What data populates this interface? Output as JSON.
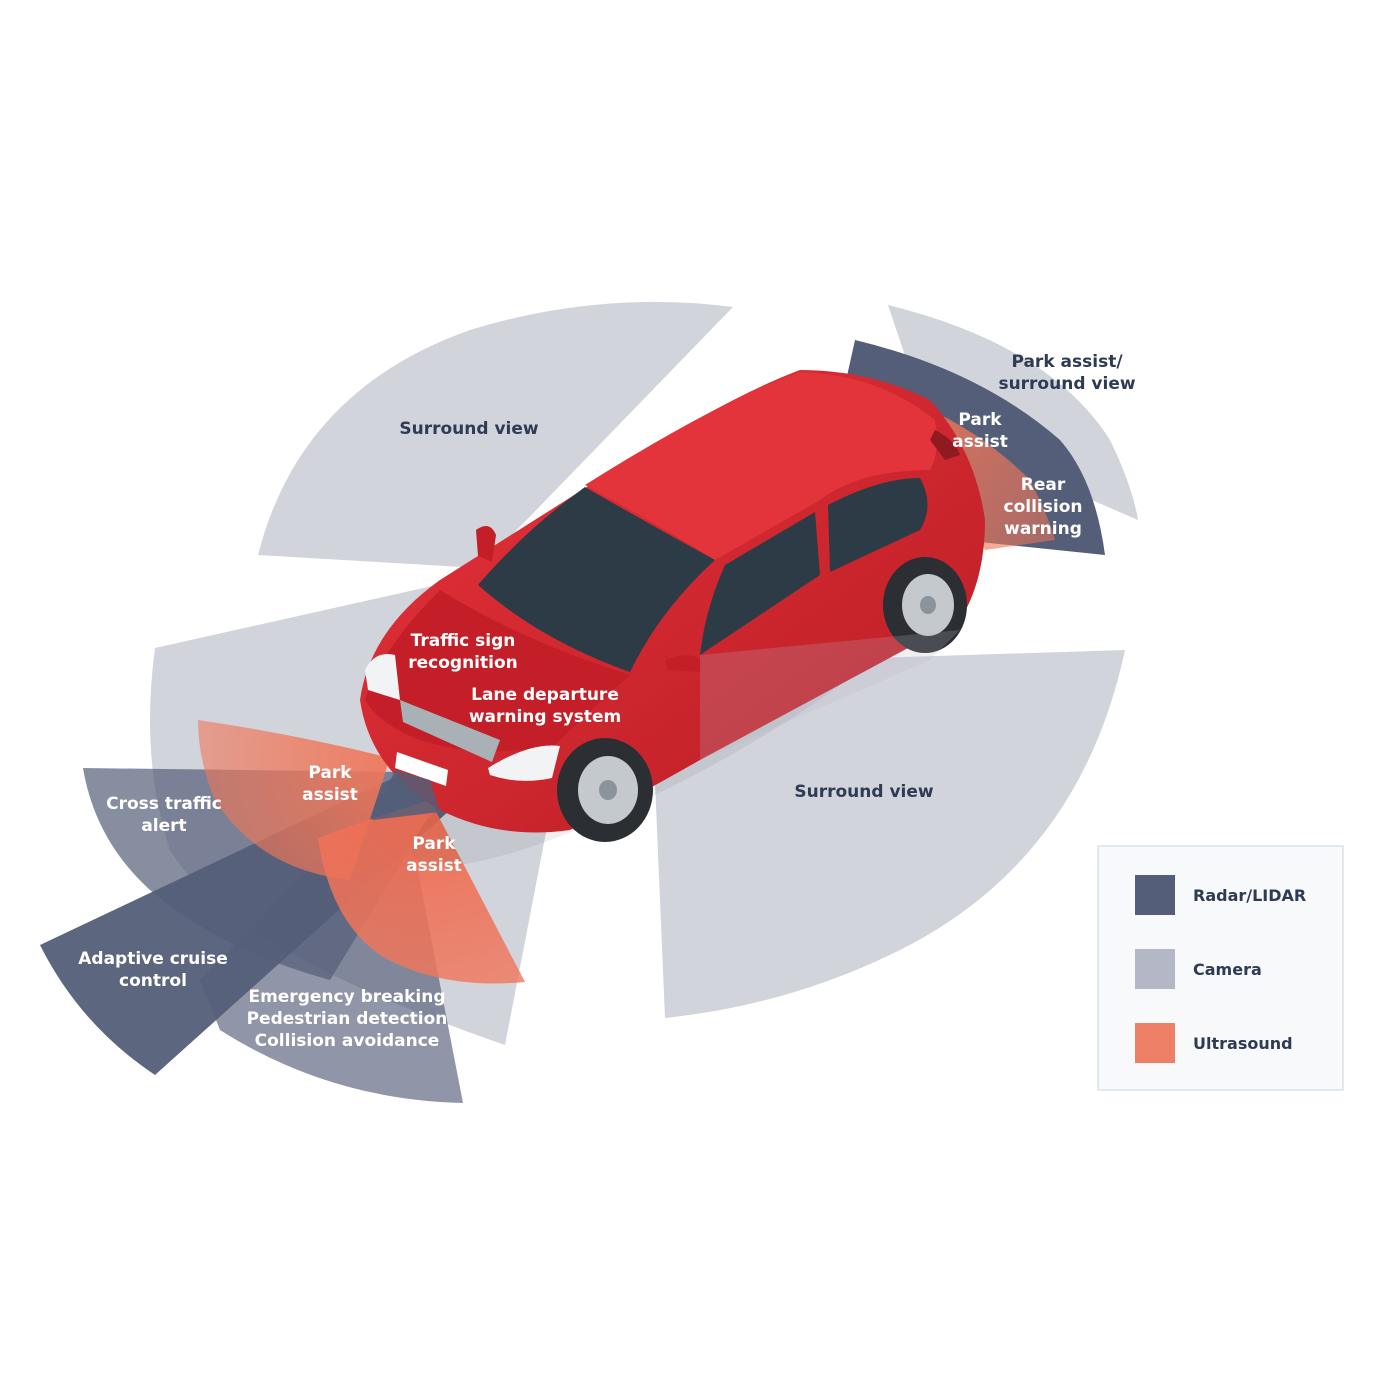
{
  "colors": {
    "radar": "#545e78",
    "camera": "#b4b7c5",
    "ultrasound": "#ef8068",
    "car": "#d8242d"
  },
  "labels": {
    "surround_view_front": "Surround view",
    "surround_view_side": "Surround view",
    "park_assist_surround": [
      "Park assist/",
      "surround view"
    ],
    "park_assist_rear": [
      "Park",
      "assist"
    ],
    "rear_collision": [
      "Rear",
      "collision",
      "warning"
    ],
    "traffic_sign": [
      "Traffic sign",
      "recognition"
    ],
    "lane_departure": [
      "Lane departure",
      "warning system"
    ],
    "park_assist_front_left": [
      "Park",
      "assist"
    ],
    "park_assist_front_right": [
      "Park",
      "assist"
    ],
    "cross_traffic": [
      "Cross traffic",
      "alert"
    ],
    "adaptive_cruise": [
      "Adaptive cruise",
      "control"
    ],
    "emergency": [
      "Emergency breaking",
      "Pedestrian detection",
      "Collision avoidance"
    ]
  },
  "legend": {
    "items": [
      {
        "label": "Radar/LIDAR",
        "icon": "radar-swatch"
      },
      {
        "label": "Camera",
        "icon": "camera-swatch"
      },
      {
        "label": "Ultrasound",
        "icon": "ultrasound-swatch"
      }
    ]
  }
}
